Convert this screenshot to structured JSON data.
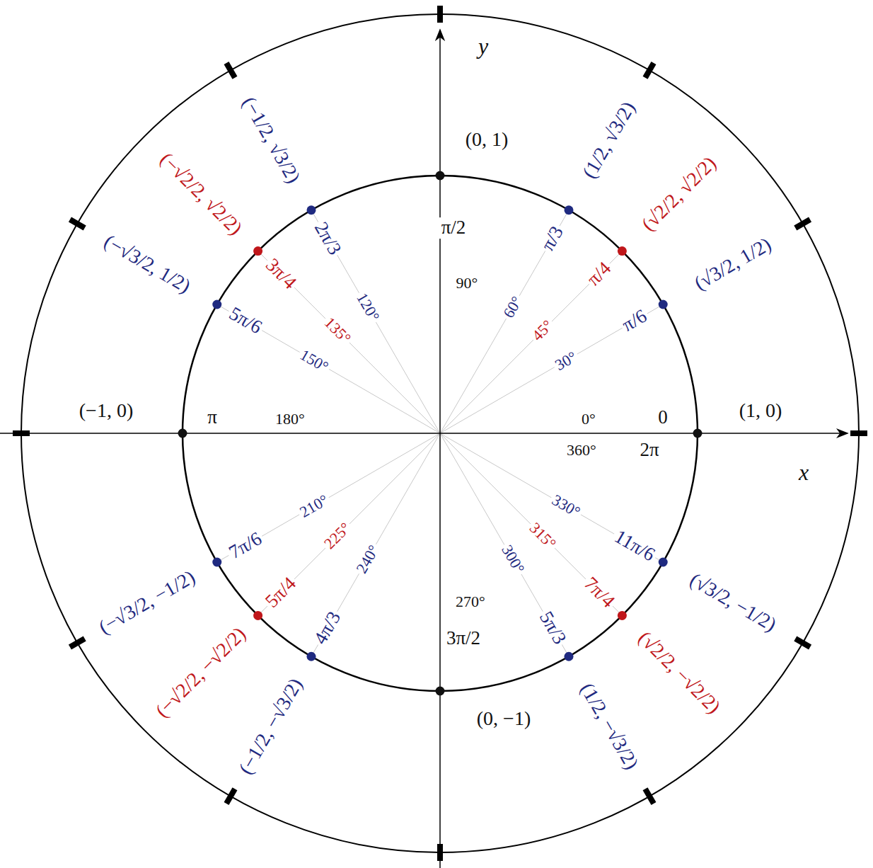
{
  "diagram": {
    "labels": [
      "(1, 0)",
      "(√3/2, 1/2)",
      "(√2/2, √2/2)",
      "(1/2, √3/2)",
      "(0, 1)",
      "(−1/2, √3/2)",
      "(−√2/2, √2/2)",
      "(−√3/2, 1/2)",
      "(−1, 0)",
      "(−√3/2, −1/2)",
      "(−√2/2, −√2/2)",
      "(−1/2, −√3/2)",
      "(0, −1)",
      "(1/2, −√3/2)",
      "(√2/2, −√2/2)",
      "(√3/2, −1/2)",
      "0",
      "π/6",
      "π/4",
      "π/3",
      "π/2",
      "2π/3",
      "3π/4",
      "5π/6",
      "π",
      "7π/6",
      "5π/4",
      "4π/3",
      "3π/2",
      "5π/3",
      "7π/4",
      "11π/6",
      "2π",
      "0°",
      "30°",
      "45°",
      "60°",
      "90°",
      "120°",
      "135°",
      "150°",
      "180°",
      "210°",
      "225°",
      "240°",
      "270°",
      "300°",
      "315°",
      "330°",
      "360°",
      "x",
      "y"
    ]
  }
}
